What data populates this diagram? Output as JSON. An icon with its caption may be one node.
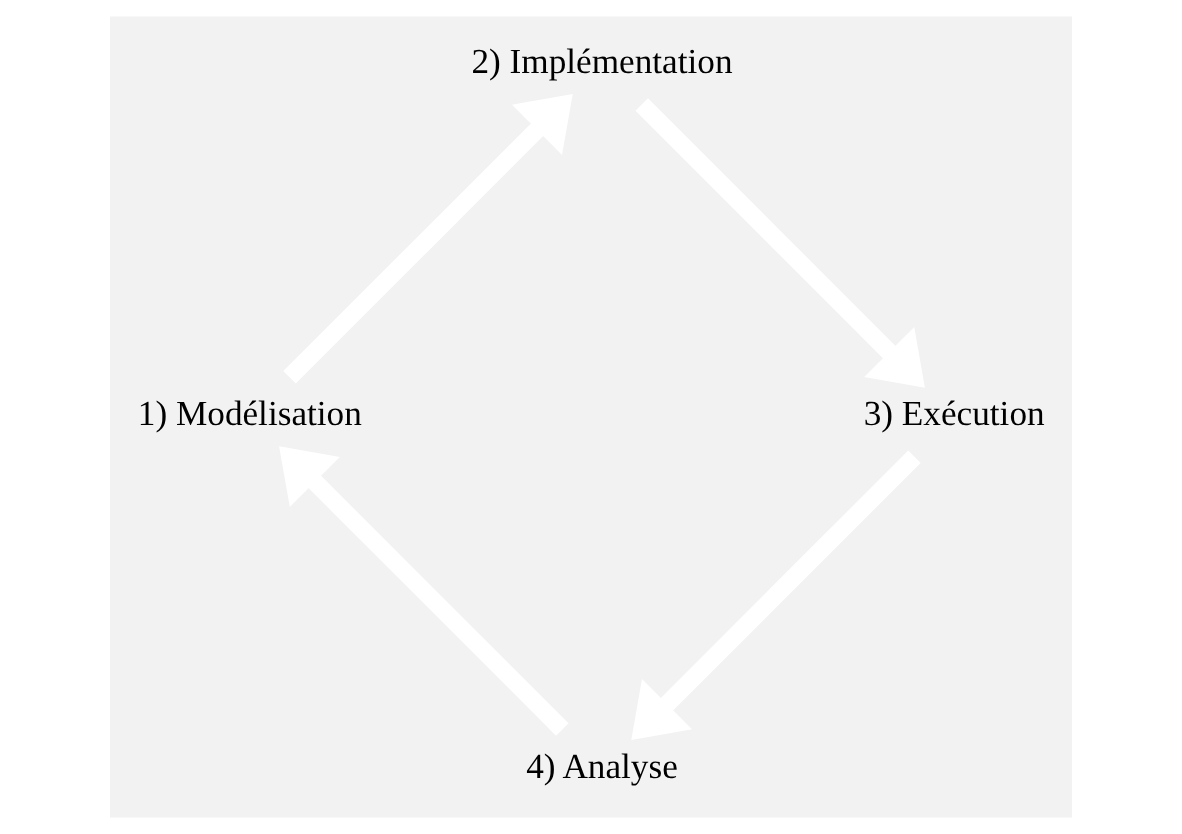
{
  "diagram": {
    "nodes": [
      {
        "text": [
          "4) Analyse"
        ]
      },
      {
        "text": [
          "1) Modélisation"
        ]
      },
      {
        "text": [
          "2) Implémentation"
        ]
      },
      {
        "text": [
          "3) Exécution"
        ]
      }
    ],
    "edges": [
      {
        "from": 0,
        "to": 1,
        "arrow": "to"
      },
      {
        "from": 1,
        "to": 2,
        "arrow": "to"
      },
      {
        "from": 2,
        "to": 3,
        "arrow": "to"
      },
      {
        "from": 3,
        "to": 0,
        "arrow": "to"
      }
    ]
  }
}
